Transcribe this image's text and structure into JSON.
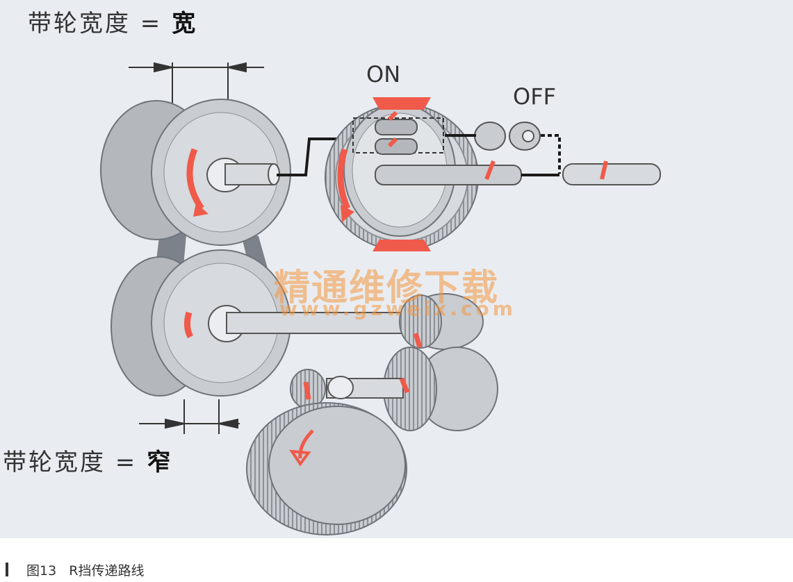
{
  "labels": {
    "top_prefix": "带轮宽度 =",
    "top_value": "宽",
    "bottom_prefix": "带轮宽度 =",
    "bottom_value": "窄",
    "on": "ON",
    "off": "OFF"
  },
  "watermark": {
    "text_cn": "精通维修下载",
    "url": "www.gzweix.com"
  },
  "caption": {
    "text": "图13   R挡传递路线"
  },
  "colors": {
    "background": "#e9edf2",
    "metal": "#c9ccd0",
    "arrow": "#f05a4a",
    "belt": "#7b828a",
    "shaft_line": "#1a1a1a",
    "watermark": "#f4963c"
  }
}
